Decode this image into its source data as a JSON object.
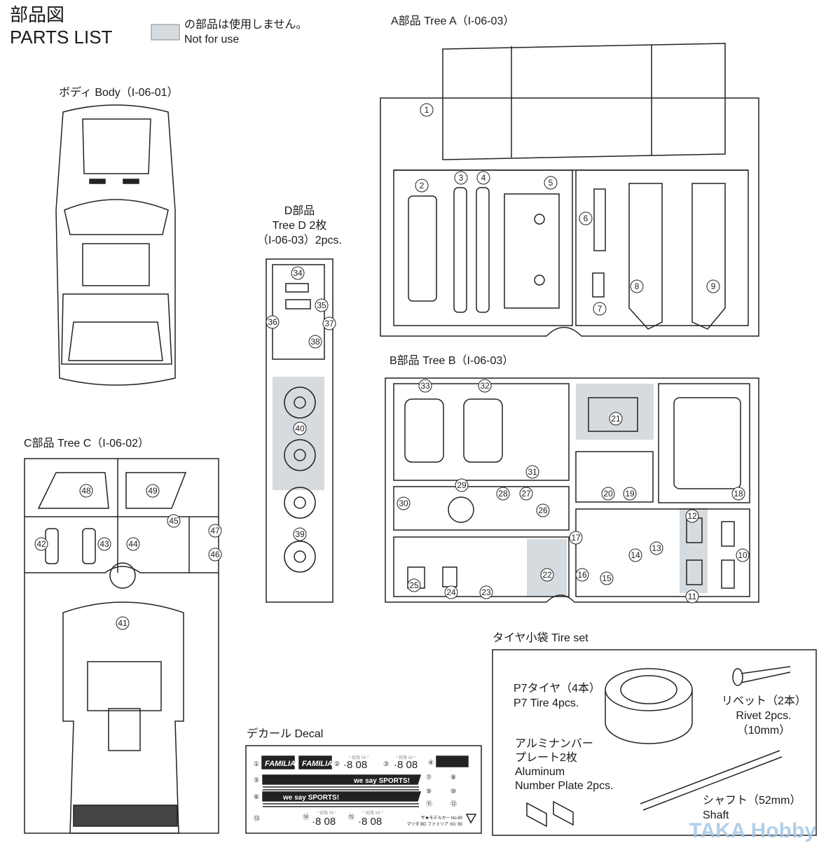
{
  "header": {
    "title_jp": "部品図",
    "title_en": "PARTS LIST",
    "legend_jp": "の部品は使用しません。",
    "legend_en": "Not for use",
    "legend_color": "#d6dbe0"
  },
  "body": {
    "label": "ボディ Body（I-06-01）"
  },
  "tree_a": {
    "label": "A部品 Tree A（I-06-03）",
    "parts": [
      "1",
      "2",
      "3",
      "4",
      "5",
      "6",
      "7",
      "8",
      "9"
    ]
  },
  "tree_b": {
    "label": "B部品 Tree B（I-06-03）",
    "parts": [
      "10",
      "11",
      "12",
      "13",
      "14",
      "15",
      "16",
      "17",
      "18",
      "19",
      "20",
      "21",
      "22",
      "23",
      "24",
      "25",
      "26",
      "27",
      "28",
      "29",
      "30",
      "31",
      "32",
      "33"
    ]
  },
  "tree_c": {
    "label": "C部品 Tree C（I-06-02）",
    "parts": [
      "41",
      "42",
      "43",
      "44",
      "45",
      "46",
      "47",
      "48",
      "49"
    ]
  },
  "tree_d": {
    "label_1": "D部品",
    "label_2": "Tree D 2枚",
    "label_3": "（I-06-03）2pcs.",
    "parts": [
      "34",
      "35",
      "36",
      "37",
      "38",
      "39",
      "40"
    ]
  },
  "tire_set": {
    "label": "タイヤ小袋 Tire set",
    "tire_jp": "P7タイヤ（4本）",
    "tire_en": "P7 Tire 4pcs.",
    "rivet_jp": "リベット（2本）",
    "rivet_en": "Rivet 2pcs.",
    "rivet_size": "（10mm）",
    "plate_jp_1": "アルミナンバー",
    "plate_jp_2": "プレート2枚",
    "plate_en_1": "Aluminum",
    "plate_en_2": "Number Plate 2pcs.",
    "shaft_jp": "シャフト（52mm）",
    "shaft_en": "Shaft"
  },
  "decal": {
    "label": "デカール Decal",
    "familia": "FAMILIA",
    "sports": "we say SPORTS!",
    "plate": "·8 08",
    "plate_top": "* 姫路 58 *",
    "product_1": "ザ★モデルカー No.80",
    "product_2": "マツダ BD ファミリア XG '80",
    "numbers": [
      "①",
      "②",
      "③",
      "④",
      "⑤",
      "⑥",
      "⑦",
      "⑧",
      "⑨",
      "⑩",
      "⑪",
      "⑫",
      "⑬",
      "⑭",
      "⑮"
    ]
  },
  "watermark": "TAKA Hobby"
}
